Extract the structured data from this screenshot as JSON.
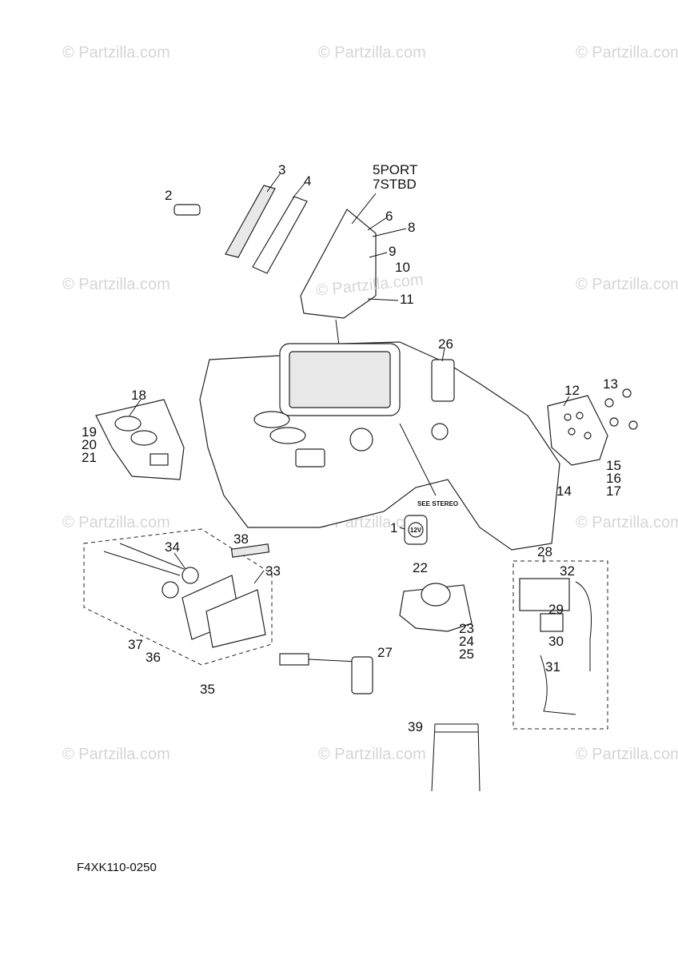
{
  "watermark": "© Partzilla.com",
  "center_watermark": "© Partzilla.com",
  "diagram_code": "F4XK110-0250",
  "see_stereo_label": "SEE STEREO",
  "usb_label": "12V",
  "callouts": [
    "1",
    "2",
    "3",
    "4",
    "5PORT",
    "7STBD",
    "6",
    "8",
    "9",
    "10",
    "11",
    "12",
    "13",
    "14",
    "15",
    "16",
    "17",
    "18",
    "19",
    "20",
    "21",
    "22",
    "23",
    "24",
    "25",
    "26",
    "27",
    "28",
    "29",
    "30",
    "31",
    "32",
    "33",
    "34",
    "35",
    "36",
    "37",
    "38",
    "39"
  ]
}
